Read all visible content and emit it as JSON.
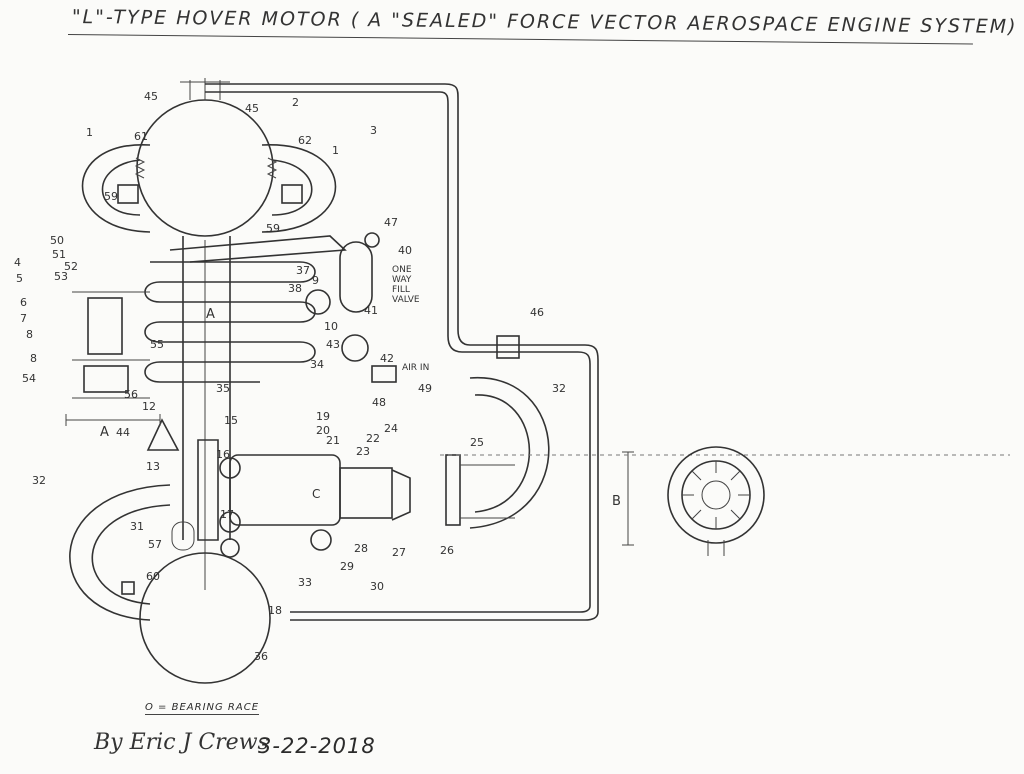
{
  "title": "\"L\"-TYPE HOVER MOTOR ( A \"SEALED\" FORCE VECTOR AEROSPACE ENGINE SYSTEM)",
  "part_labels": [
    "1",
    "2",
    "3",
    "4",
    "5",
    "6",
    "7",
    "8",
    "9",
    "10",
    "12",
    "13",
    "15",
    "16",
    "17",
    "18",
    "19",
    "20",
    "21",
    "22",
    "23",
    "24",
    "25",
    "26",
    "27",
    "28",
    "29",
    "30",
    "31",
    "32",
    "33",
    "34",
    "35",
    "36",
    "37",
    "38",
    "40",
    "41",
    "42",
    "43",
    "44",
    "45",
    "46",
    "47",
    "48",
    "49",
    "50",
    "51",
    "52",
    "53",
    "54",
    "55",
    "56",
    "57",
    "59",
    "60",
    "61",
    "62"
  ],
  "annotations": {
    "one_way_fill_valve": [
      "ONE",
      "WAY",
      "FILL",
      "VALVE"
    ],
    "air_in": "AIR IN",
    "dim_a": "A",
    "dim_b": "B",
    "zone_a": "A",
    "zone_c": "C"
  },
  "legend": "O = BEARING RACE",
  "signature": "By Eric J Crews",
  "date": "3-22-2018"
}
